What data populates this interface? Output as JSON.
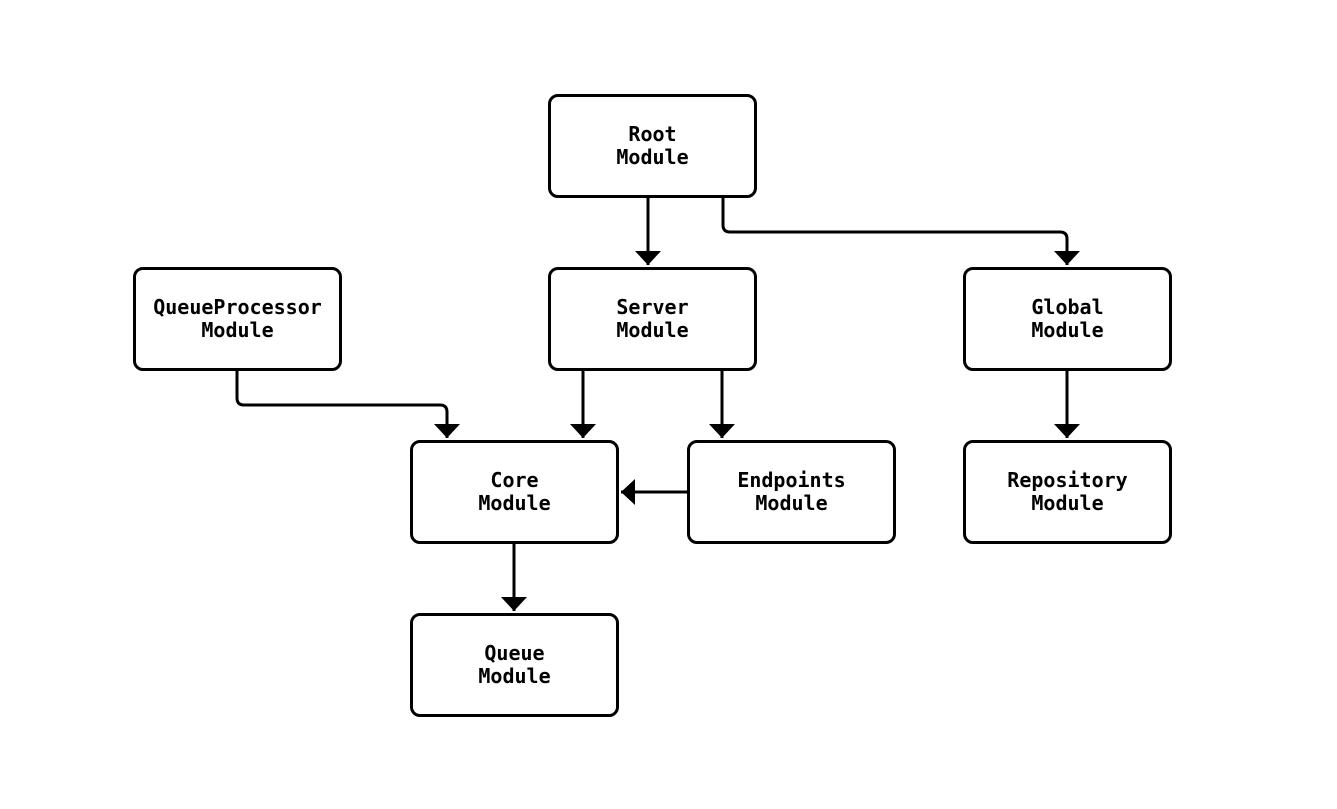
{
  "diagram": {
    "type": "module-dependency-flowchart",
    "background_color": "#ffffff",
    "node_fill_color": "#ffffff",
    "node_border_color": "#000000",
    "edge_color": "#000000",
    "nodes": [
      {
        "id": "root",
        "label": "Root\nModule"
      },
      {
        "id": "queueprocessor",
        "label": "QueueProcessor\nModule"
      },
      {
        "id": "server",
        "label": "Server\nModule"
      },
      {
        "id": "global",
        "label": "Global\nModule"
      },
      {
        "id": "core",
        "label": "Core\nModule"
      },
      {
        "id": "endpoints",
        "label": "Endpoints\nModule"
      },
      {
        "id": "repository",
        "label": "Repository\nModule"
      },
      {
        "id": "queue",
        "label": "Queue\nModule"
      }
    ],
    "edges": [
      {
        "from": "Root Module",
        "to": "Server Module"
      },
      {
        "from": "Root Module",
        "to": "Global Module"
      },
      {
        "from": "QueueProcessor Module",
        "to": "Core Module"
      },
      {
        "from": "Server Module",
        "to": "Core Module"
      },
      {
        "from": "Server Module",
        "to": "Endpoints Module"
      },
      {
        "from": "Endpoints Module",
        "to": "Core Module"
      },
      {
        "from": "Global Module",
        "to": "Repository Module"
      },
      {
        "from": "Core Module",
        "to": "Queue Module"
      }
    ]
  }
}
